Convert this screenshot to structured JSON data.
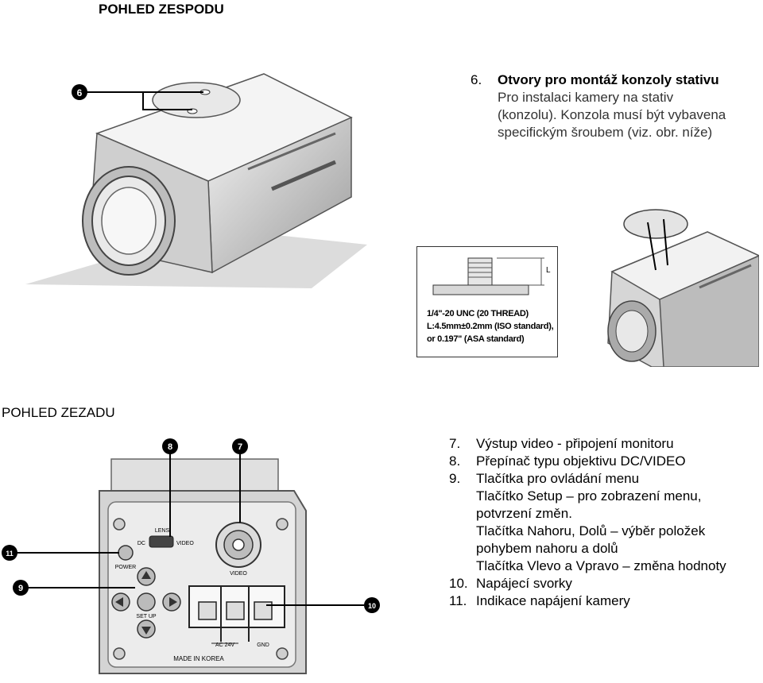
{
  "top_heading": "POHLED ZESPODU",
  "item6": {
    "number": "6.",
    "title": "Otvory pro montáž konzoly stativu",
    "lines": [
      "Pro instalaci kamery na stativ",
      "(konzolu). Konzola musí být vybavena",
      "specifickým šroubem (viz. obr. níže)"
    ]
  },
  "bottom_callout": "6",
  "screw_spec": {
    "dim_label": "L",
    "lines": [
      "1/4\"-20 UNC (20 THREAD)",
      "L:4.5mm±0.2mm (ISO standard),",
      "or 0.197\" (ASA standard)"
    ]
  },
  "rear_heading": "POHLED ZEZADU",
  "rear_items": [
    {
      "number": "7.",
      "lines": [
        "Výstup video - připojení monitoru"
      ]
    },
    {
      "number": "8.",
      "lines": [
        "Přepínač typu objektivu DC/VIDEO"
      ]
    },
    {
      "number": "9.",
      "lines": [
        "Tlačítka pro ovládání menu",
        "Tlačítko Setup – pro zobrazení menu,",
        "potvrzení změn.",
        "Tlačítka Nahoru, Dolů – výběr položek",
        "pohybem nahoru a dolů",
        "Tlačítka Vlevo a Vpravo – změna hodnoty"
      ]
    },
    {
      "number": "10.",
      "lines": [
        "Napájecí svorky"
      ]
    },
    {
      "number": "11.",
      "lines": [
        "Indikace napájení kamery"
      ]
    }
  ],
  "rear_callouts": {
    "c7": "7",
    "c8": "8",
    "c9": "9",
    "c10": "10",
    "c11": "11"
  },
  "rear_panel": {
    "lens_label": "LENS",
    "dc_label": "DC",
    "video_switch_label": "VIDEO",
    "power_label": "POWER",
    "video_out_label": "VIDEO",
    "setup_label": "SET UP",
    "terminal_left_label": "AC 24V",
    "terminal_right_label": "GND",
    "made_in_label": "MADE IN KOREA"
  }
}
